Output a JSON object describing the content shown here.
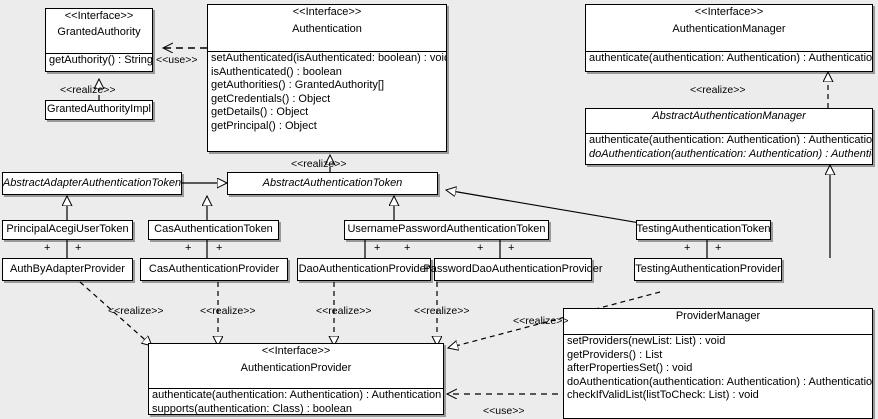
{
  "diagram": {
    "kind": "uml-class-diagram",
    "background": "#ececec",
    "box_fill": "#ffffff",
    "line_color": "#000000"
  },
  "stereotypes": {
    "interface": "<<Interface>>",
    "realize": "<<realize>>",
    "use": "<<use>>",
    "plus": "+"
  },
  "classes": {
    "granted_authority": {
      "stereotype": "<<Interface>>",
      "name": "GrantedAuthority",
      "methods": [
        "getAuthority() : String"
      ]
    },
    "granted_authority_impl": {
      "name": "GrantedAuthorityImpl"
    },
    "authentication": {
      "stereotype": "<<Interface>>",
      "name": "Authentication",
      "methods": [
        "setAuthenticated(isAuthenticated: boolean) : void",
        "isAuthenticated() : boolean",
        "getAuthorities() : GrantedAuthority[]",
        "getCredentials() : Object",
        "getDetails() : Object",
        "getPrincipal() : Object"
      ]
    },
    "authentication_manager": {
      "stereotype": "<<Interface>>",
      "name": "AuthenticationManager",
      "methods": [
        "authenticate(authentication: Authentication) : Authentication"
      ]
    },
    "abstract_authentication_manager": {
      "name": "AbstractAuthenticationManager",
      "methods": [
        "authenticate(authentication: Authentication) : Authentication",
        "doAuthentication(authentication: Authentication) : Authentication"
      ]
    },
    "abstract_adapter_authentication_token": {
      "name": "AbstractAdapterAuthenticationToken"
    },
    "abstract_authentication_token": {
      "name": "AbstractAuthenticationToken"
    },
    "principal_acegi_user_token": {
      "name": "PrincipalAcegiUserToken"
    },
    "cas_authentication_token": {
      "name": "CasAuthenticationToken"
    },
    "username_password_authentication_token": {
      "name": "UsernamePasswordAuthenticationToken"
    },
    "testing_authentication_token": {
      "name": "TestingAuthenticationToken"
    },
    "auth_by_adapter_provider": {
      "name": "AuthByAdapterProvider"
    },
    "cas_authentication_provider": {
      "name": "CasAuthenticationProvider"
    },
    "dao_authentication_provider": {
      "name": "DaoAuthenticationProvider"
    },
    "password_dao_authentication_provider": {
      "name": "PasswordDaoAuthenticationProvider"
    },
    "testing_authentication_provider": {
      "name": "TestingAuthenticationProvider"
    },
    "authentication_provider": {
      "stereotype": "<<Interface>>",
      "name": "AuthenticationProvider",
      "methods": [
        "authenticate(authentication: Authentication) : Authentication",
        "supports(authentication: Class) : boolean"
      ]
    },
    "provider_manager": {
      "name": "ProviderManager",
      "methods": [
        "setProviders(newList: List) : void",
        "getProviders() : List",
        "afterPropertiesSet() : void",
        "doAuthentication(authentication: Authentication) : Authentication",
        "checkIfValidList(listToCheck: List) : void"
      ]
    }
  },
  "edge_labels": {
    "use_authentication_grantedauthority": "<<use>>",
    "realize_grantedauthorityimpl": "<<realize>>",
    "realize_abstractauthenticationtoken": "<<realize>>",
    "realize_abstractauthenticationmanager": "<<realize>>",
    "realize_authbyadapter": "<<realize>>",
    "realize_cas": "<<realize>>",
    "realize_dao": "<<realize>>",
    "realize_passworddao": "<<realize>>",
    "realize_testing": "<<realize>>",
    "use_providermanager_authenticationprovider": "<<use>>"
  }
}
